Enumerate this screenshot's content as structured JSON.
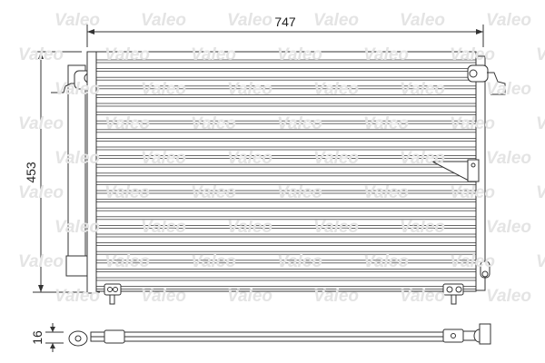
{
  "watermark": "Valeo",
  "dimensions": {
    "width_label": "747",
    "height_label": "453",
    "thickness_label": "16"
  },
  "colors": {
    "line": "#333333",
    "watermark": "#e4e4e4"
  }
}
